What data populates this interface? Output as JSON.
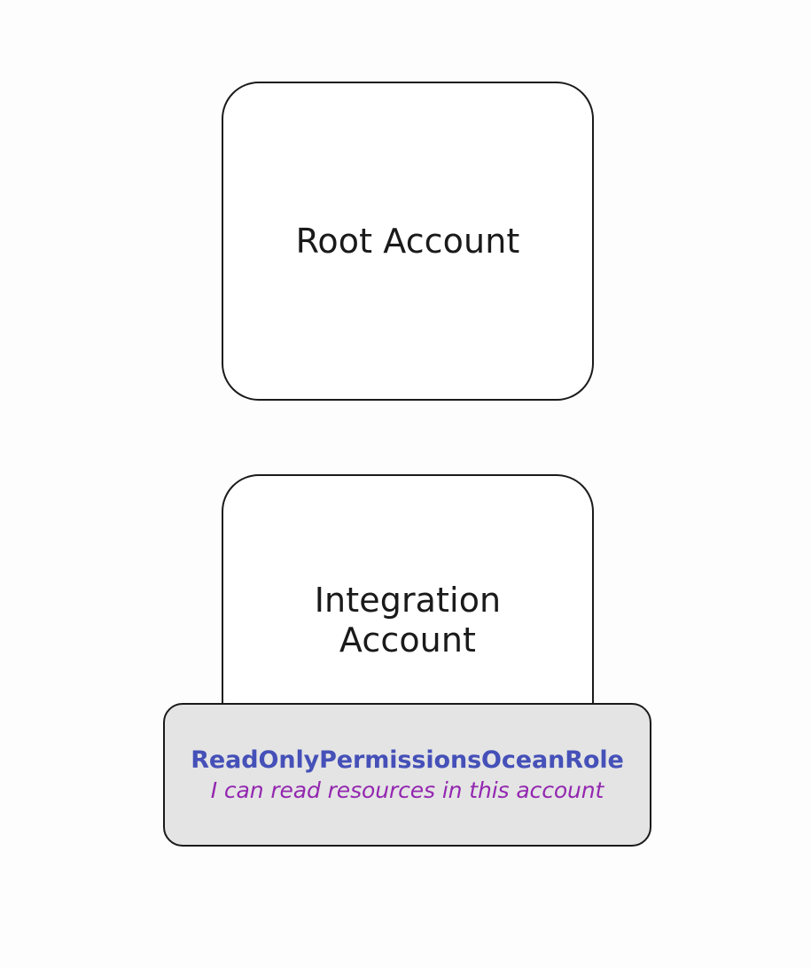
{
  "diagram": {
    "background_color": "#fdfdfd",
    "accounts": [
      {
        "id": "root-account",
        "label": "Root Account",
        "border_color": "#1a1a1a",
        "fill_color": "#ffffff"
      },
      {
        "id": "integration-account",
        "label": "Integration\nAccount",
        "border_color": "#1a1a1a",
        "fill_color": "#ffffff"
      }
    ],
    "role_card": {
      "id": "read-only-permissions-ocean-role",
      "title": "ReadOnlyPermissionsOceanRole",
      "description": "I can read resources in this account",
      "title_color": "#4550b8",
      "description_color": "#9327b0",
      "fill_color": "#e4e4e4",
      "border_color": "#1a1a1a"
    }
  }
}
